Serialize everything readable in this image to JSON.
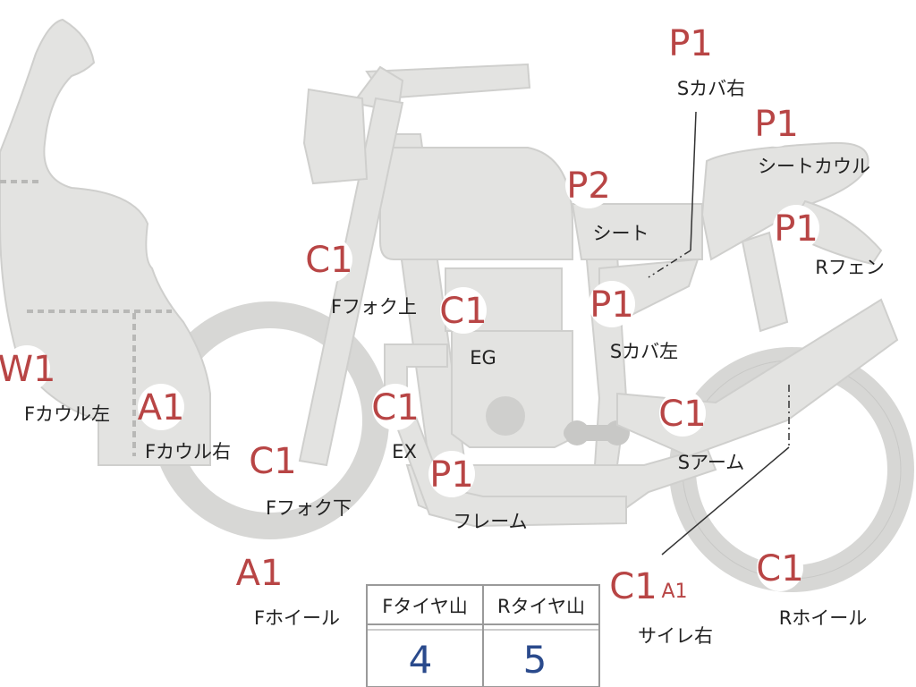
{
  "parts": [
    {
      "id": "w1-f-cowl-left",
      "grade": "W1",
      "label": "Fカウル左"
    },
    {
      "id": "a1-f-cowl-right",
      "grade": "A1",
      "label": "Fカウル右"
    },
    {
      "id": "c1-f-fork-upper",
      "grade": "C1",
      "label": "Fフォク上"
    },
    {
      "id": "c1-f-fork-lower",
      "grade": "C1",
      "label": "Fフォク下"
    },
    {
      "id": "a1-f-wheel",
      "grade": "A1",
      "label": "Fホイール"
    },
    {
      "id": "c1-engine",
      "grade": "C1",
      "label": "EG"
    },
    {
      "id": "c1-exhaust",
      "grade": "C1",
      "label": "EX"
    },
    {
      "id": "p1-frame",
      "grade": "P1",
      "label": "フレーム"
    },
    {
      "id": "p2-seat",
      "grade": "P2",
      "label": "シート"
    },
    {
      "id": "p1-side-cover-right",
      "grade": "P1",
      "label": "Sカバ右"
    },
    {
      "id": "p1-seat-cowl",
      "grade": "P1",
      "label": "シートカウル"
    },
    {
      "id": "p1-rear-fender",
      "grade": "P1",
      "label": "Rフェン"
    },
    {
      "id": "p1-side-cover-left",
      "grade": "P1",
      "label": "Sカバ左"
    },
    {
      "id": "c1-swing-arm",
      "grade": "C1",
      "label": "Sアーム"
    },
    {
      "id": "c1-muffler-right",
      "grade": "C1",
      "label": "サイレ右",
      "extra_grade": "A1"
    },
    {
      "id": "c1-rear-wheel",
      "grade": "C1",
      "label": "Rホイール"
    }
  ],
  "tire_table": {
    "front_header": "Fタイヤ山",
    "rear_header": "Rタイヤ山",
    "front_value": "4",
    "rear_value": "5"
  }
}
